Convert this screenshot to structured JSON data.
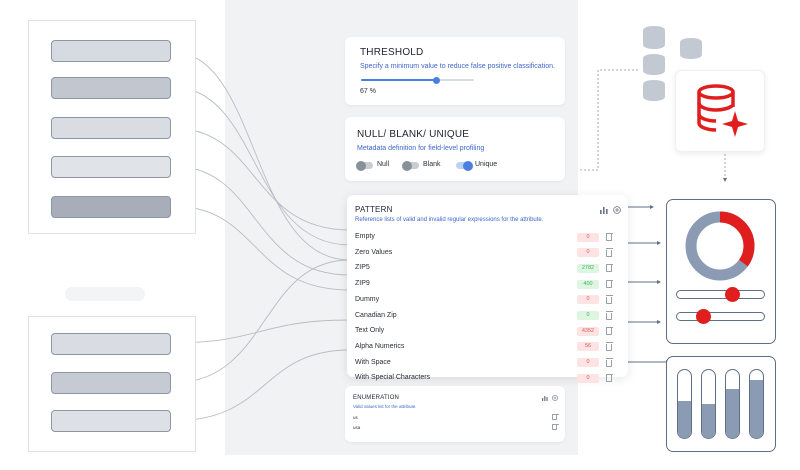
{
  "threshold": {
    "title": "THRESHOLD",
    "subtitle": "Specify a minimum value to reduce false positive classification.",
    "value_label": "67 %",
    "value": 0.67
  },
  "null_blank_unique": {
    "title": "NULL/ BLANK/ UNIQUE",
    "subtitle": "Metadata definition for field-level profiling",
    "toggles": [
      {
        "label": "Null",
        "on": false
      },
      {
        "label": "Blank",
        "on": false
      },
      {
        "label": "Unique",
        "on": true
      }
    ]
  },
  "pattern": {
    "title": "PATTERN",
    "subtitle": "Reference lists of valid and invalid regular expressions for the attribute.",
    "icons": [
      "bar-chart-icon",
      "add-circle-icon"
    ],
    "rows": [
      {
        "label": "Empty",
        "count": "0",
        "status": "red"
      },
      {
        "label": "Zero Values",
        "count": "0",
        "status": "red"
      },
      {
        "label": "ZIP5",
        "count": "2782",
        "status": "green"
      },
      {
        "label": "ZIP9",
        "count": "400",
        "status": "green"
      },
      {
        "label": "Dummy",
        "count": "0",
        "status": "red"
      },
      {
        "label": "Canadian Zip",
        "count": "0",
        "status": "green"
      },
      {
        "label": "Text Only",
        "count": "4352",
        "status": "red"
      },
      {
        "label": "Alpha Numerics",
        "count": "56",
        "status": "red"
      },
      {
        "label": "With Space",
        "count": "0",
        "status": "red"
      },
      {
        "label": "With Special Characters",
        "count": "0",
        "status": "red"
      }
    ]
  },
  "enumeration": {
    "title": "ENUMERATION",
    "subtitle": "Valid values list for the attribute.",
    "rows": [
      {
        "label": "us"
      },
      {
        "label": "usa"
      }
    ]
  },
  "database_icons": [
    "database-cylinder-icon",
    "database-cylinder-icon",
    "database-cylinder-icon",
    "database-cylinder-icon"
  ],
  "right_panel": {
    "donut_percent": 0.35,
    "slider_values": [
      0.65,
      0.25
    ],
    "bar_levels": [
      0.55,
      0.5,
      0.72,
      0.85
    ]
  },
  "colors": {
    "accent": "#4a7fe0",
    "brand_red": "#e01e1e",
    "slate": "#8a9bb3",
    "pill_fills": [
      "#d6dae1",
      "#c2c7cf",
      "#d9dde3",
      "#e0e3e8",
      "#a7aeb9",
      "#d9dde3",
      "#c6cbd3",
      "#dde0e5"
    ]
  }
}
